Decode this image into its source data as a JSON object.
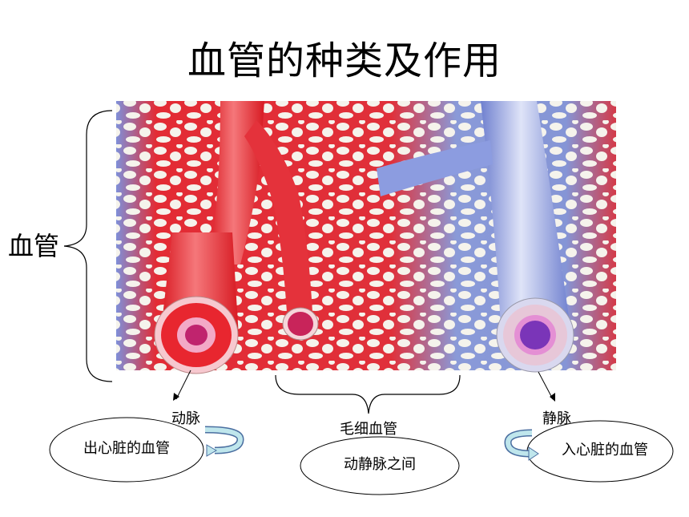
{
  "title": "血管的种类及作用",
  "side_label": "血管",
  "labels": {
    "artery": "动脉",
    "capillary": "毛细血管",
    "vein": "静脉"
  },
  "ovals": {
    "artery_desc": "出心脏的血管",
    "capillary_desc": "动静脉之间",
    "vein_desc": "入心脏的血管"
  },
  "colors": {
    "artery_red": "#e8232e",
    "vein_blue": "#8c9ee0",
    "capillary_bg": "#f4f1e8"
  }
}
